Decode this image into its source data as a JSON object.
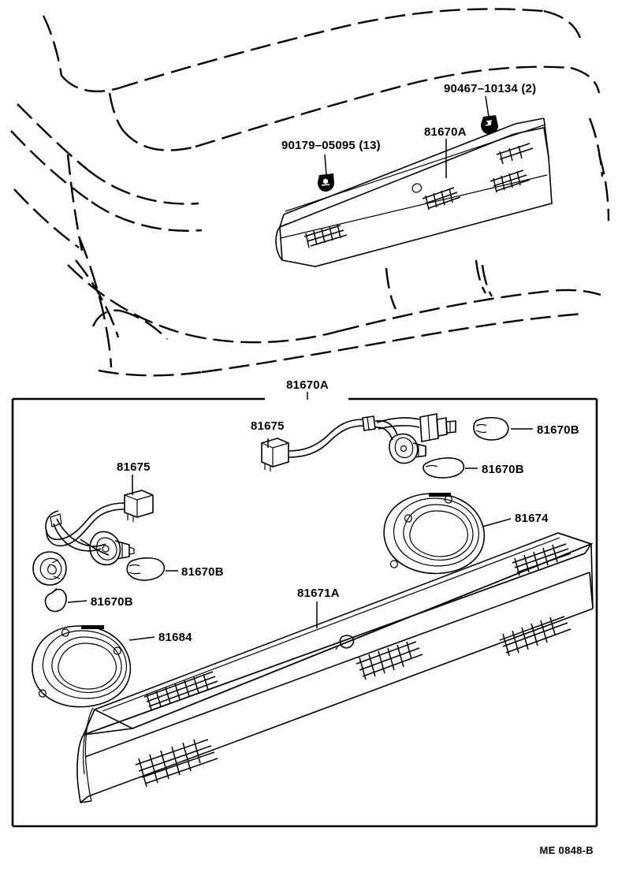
{
  "diagram": {
    "title_code": "ME 0848-B",
    "section_label": "81670A",
    "top_view": {
      "callouts": [
        {
          "id": "fastener-nut",
          "part_number": "90467–10134 (2)",
          "qty_note": "(2)"
        },
        {
          "id": "panel-assembly",
          "part_number": "81670A"
        },
        {
          "id": "fastener-clip",
          "part_number": "90179–05095 (13)",
          "qty_note": "(13)"
        }
      ]
    },
    "exploded_view": {
      "callouts": [
        {
          "id": "socket-wire-upper",
          "part_number": "81675"
        },
        {
          "id": "bulb-upper-right",
          "part_number": "81670B"
        },
        {
          "id": "bulb-upper-right-2",
          "part_number": "81670B"
        },
        {
          "id": "socket-wire-left",
          "part_number": "81675"
        },
        {
          "id": "bulb-left-upper",
          "part_number": "81670B"
        },
        {
          "id": "bulb-left-lower",
          "part_number": "81670B"
        },
        {
          "id": "gasket-right",
          "part_number": "81674"
        },
        {
          "id": "gasket-left",
          "part_number": "81684"
        },
        {
          "id": "lens-body",
          "part_number": "81671A"
        }
      ]
    }
  }
}
